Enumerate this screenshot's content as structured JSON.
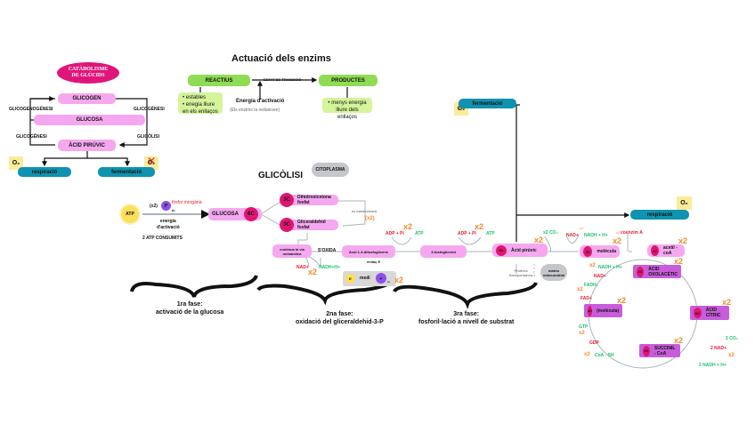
{
  "catabolism": {
    "title_line1": "CATÀBOLISME",
    "title_line2": "DE GLÚCIDS",
    "glicogen": "GLICOGEN",
    "glucosa": "GLUCOSA",
    "acid_piruvic": "ÀCID PIRÚVIC",
    "left_top_label": "GLICOGENOGÈNESI",
    "left_bottom_label": "GLICOGÈNESI",
    "right_top_label": "GLICOGÈNESI",
    "right_bottom_label": "GLICÒLISI",
    "respiracio": "respiració",
    "fermentacio": "fermentació",
    "o2": "O₂"
  },
  "enzymes": {
    "title": "Actuació dels enzims",
    "reactius": "REACTIUS",
    "productes": "PRODUCTES",
    "transition": "ESTAT DE TRANSICIÓ",
    "activation": "Energia d'activació",
    "activation_note": "(Els enzims la redueixen)",
    "reactius_bullets": [
      "estables",
      "enegia lliure en els enllaços"
    ],
    "productes_bullets": [
      "menys energia lliure dels enllaços"
    ]
  },
  "glycolysis": {
    "title": "GLICÒLISI",
    "location": "CITOPLASMA",
    "atp": "ATP",
    "x2_p": "(x2)",
    "p": "P",
    "in": "in",
    "fosfor": "fòsfor inorgànic",
    "energia": "energia",
    "activacio": "d'activació",
    "consumits": "2 ATP CONSUMITS",
    "glucosa": "GLUCOSA",
    "six_c": "6C",
    "three_c": "3C",
    "dihidroxi": "Dihidroxicetona fosfat",
    "gliceraldehid": "Gliceraldehid fosfat",
    "transforma": "es transformarà",
    "transforma_x2": "(x2)",
    "continua": "continua la via metabòlica",
    "soxida": "S'OXIDA",
    "acid13": "Àcid 1-3-difosfoglicèric",
    "enllac": "enllaç E",
    "e": "E",
    "medi": "medi",
    "nad": "NAD+",
    "nadh": "NADH+H+",
    "adp_pi": "ADP + Pi",
    "atp_out": "ATP",
    "fosfoglic": "3-fosfoglicèrid",
    "piruvic": "Àcid pirúvic",
    "proteina": "Proteïna transportadora",
    "matriu": "matriu mitocondrial",
    "x2": "x2"
  },
  "krebs": {
    "fermentacio": "fermentació",
    "respiracio": "respiració",
    "o2": "O₂",
    "co2": "x2 CO₂",
    "nad": "NAD+",
    "nadh": "NADH + H+",
    "coenzim": "coenzim A",
    "two_c": "2C",
    "four_c": "4C",
    "six_c": "6C",
    "molecula": "molècula",
    "acetil": "acetil - coA",
    "oxalacetic": "ÀCID OXOLACÈTIC",
    "molecula4": "(molècula)",
    "citric": "ÀCID CÍTRIC",
    "succinil": "SUCCINIL - CoA",
    "fadh2": "FADH₂",
    "fad": "FAD+",
    "gtp": "GTP",
    "gdp": "GDP",
    "coash": "CoA - SH",
    "co2_2": "2 CO₂",
    "nad_2": "2 NAD+",
    "nadh_2": "2 NADH + H+",
    "x2": "x2"
  },
  "phases": [
    {
      "title": "1ra fase:",
      "desc": "activació de la glucosa"
    },
    {
      "title": "2na fase:",
      "desc": "oxidació del gliceraldehid-3-P"
    },
    {
      "title": "3ra fase:",
      "desc": "fosforil·lació a nivell de substrat"
    }
  ]
}
